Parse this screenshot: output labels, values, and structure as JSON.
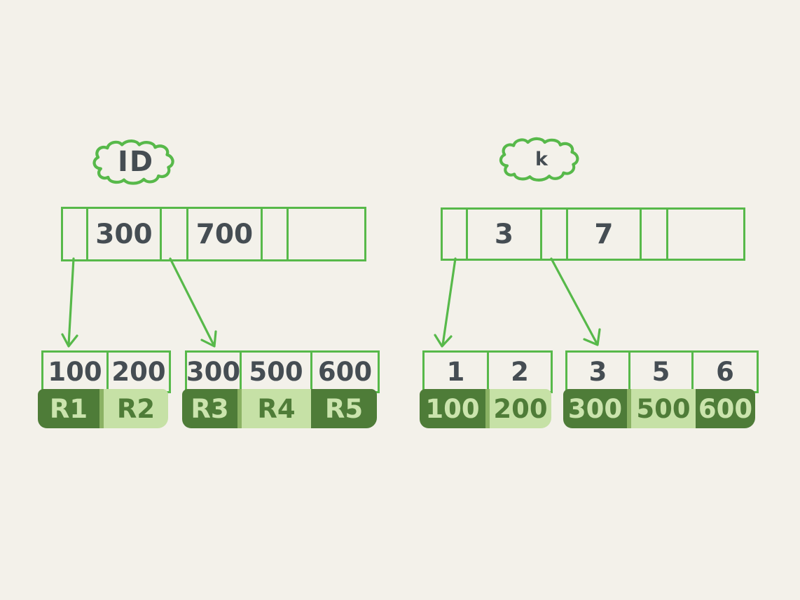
{
  "palette": {
    "bg": "#f3f1ea",
    "line": "#57b94a",
    "text_dark": "#454d53",
    "block_dark": "#4e7c38",
    "block_light": "#c6e1a6",
    "text_on_dark": "#cbe4ad",
    "text_on_light": "#4f7c38",
    "overlap": "#8bb264"
  },
  "left": {
    "label": "ID",
    "root": {
      "cells": [
        "",
        "300",
        "",
        "700",
        "",
        ""
      ]
    },
    "leaves": [
      {
        "keys": [
          "100",
          "200"
        ],
        "records": [
          "R1",
          "R2"
        ],
        "tones": [
          "dark",
          "light"
        ]
      },
      {
        "keys": [
          "300",
          "500",
          "600"
        ],
        "records": [
          "R3",
          "R4",
          "R5"
        ],
        "tones": [
          "dark",
          "light",
          "dark"
        ]
      }
    ]
  },
  "right": {
    "label": "k",
    "root": {
      "cells": [
        "",
        "3",
        "",
        "7",
        "",
        ""
      ]
    },
    "leaves": [
      {
        "keys": [
          "1",
          "2"
        ],
        "records": [
          "100",
          "200"
        ],
        "tones": [
          "dark",
          "light"
        ]
      },
      {
        "keys": [
          "3",
          "5",
          "6"
        ],
        "records": [
          "300",
          "500",
          "600"
        ],
        "tones": [
          "dark",
          "light",
          "dark"
        ]
      }
    ]
  }
}
